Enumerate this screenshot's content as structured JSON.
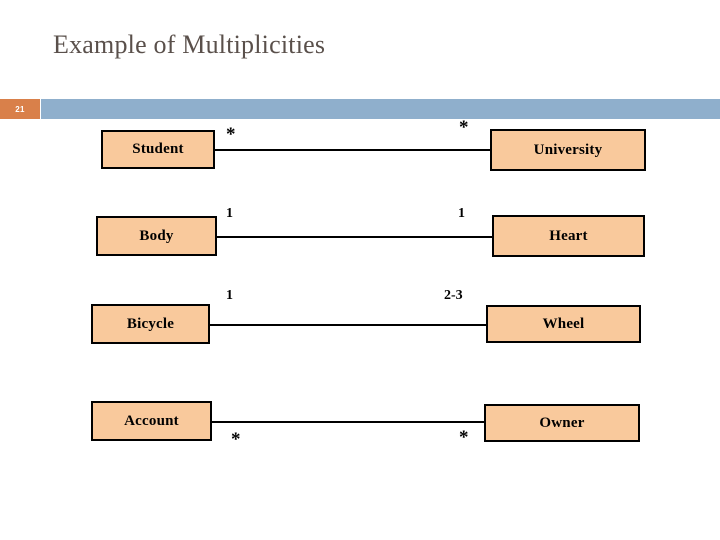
{
  "slide": {
    "title": "Example of Multiplicities",
    "page_number": "21",
    "accent_orange": "#d9804a",
    "band_blue": "#8fafcc",
    "box_fill": "#f9c99c",
    "box_border": "#000000",
    "title_color": "#5a504b"
  },
  "diagram": {
    "type": "uml-class-association",
    "associations": [
      {
        "left_class": "Student",
        "right_class": "University",
        "left_multiplicity": "*",
        "right_multiplicity": "*",
        "multiplicity_position": "above"
      },
      {
        "left_class": "Body",
        "right_class": "Heart",
        "left_multiplicity": "1",
        "right_multiplicity": "1",
        "multiplicity_position": "above"
      },
      {
        "left_class": "Bicycle",
        "right_class": "Wheel",
        "left_multiplicity": "1",
        "right_multiplicity": "2-3",
        "multiplicity_position": "above"
      },
      {
        "left_class": "Account",
        "right_class": "Owner",
        "left_multiplicity": "*",
        "right_multiplicity": "*",
        "multiplicity_position": "below"
      }
    ]
  }
}
